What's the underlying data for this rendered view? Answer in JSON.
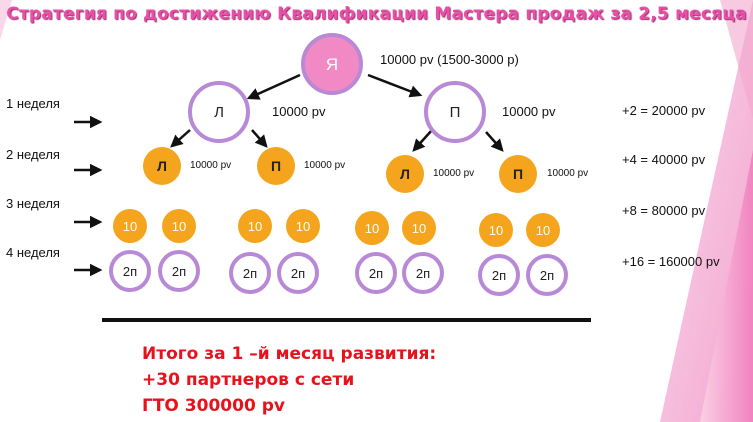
{
  "title": "Стратегия по достижению Квалификации Мастера продаж за 2,5 месяца",
  "root": {
    "label": "Я",
    "value": "10000 pv (1500-3000 р)"
  },
  "level1": [
    {
      "label": "Л",
      "value": "10000 pv"
    },
    {
      "label": "П",
      "value": "10000 pv"
    }
  ],
  "level2": [
    {
      "label": "Л",
      "value": "10000 pv"
    },
    {
      "label": "П",
      "value": "10000 pv"
    },
    {
      "label": "Л",
      "value": "10000 pv"
    },
    {
      "label": "П",
      "value": "10000 pv"
    }
  ],
  "level3_label": "10",
  "level4_label": "2п",
  "weeks": [
    "1 неделя",
    "2 неделя",
    "3 неделя",
    "4 неделя"
  ],
  "totals": [
    "+2 = 20000 pv",
    "+4 = 40000 pv",
    "+8 = 80000 pv",
    "+16 = 160000 pv"
  ],
  "summary": {
    "line1": "Итого за 1 –й месяц развития:",
    "line2": "+30 партнеров с сети",
    "line3": "ГТО 300000 pv"
  },
  "colors": {
    "accent": "#e84fa6",
    "orange": "#f5a41d",
    "purple": "#b889d6",
    "root_fill": "#f18ac4",
    "summary": "#e8121d"
  }
}
